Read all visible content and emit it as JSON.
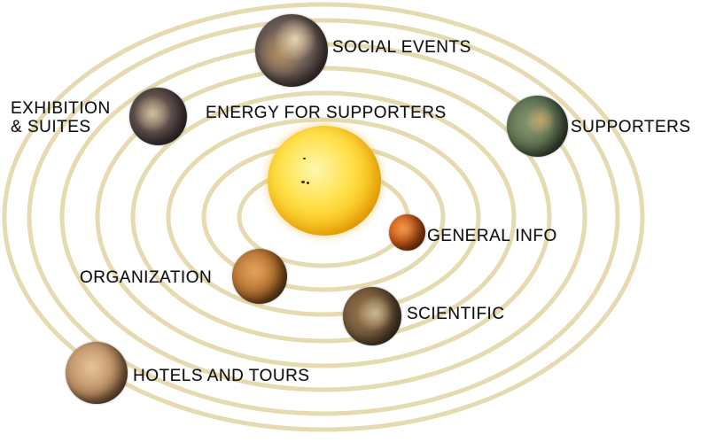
{
  "sun_label": "ENERGY FOR SUPPORTERS",
  "menu": {
    "social_events": "SOCIAL EVENTS",
    "exhibition_line1": "EXHIBITION",
    "exhibition_line2": "& SUITES",
    "supporters": "SUPPORTERS",
    "general_info": "GENERAL INFO",
    "organization": "ORGANIZATION",
    "scientific": "SCIENTIFIC",
    "hotels_and_tours": "HOTELS AND TOURS"
  },
  "colors": {
    "orbit": "#e3d6a8",
    "label_text": "#111111",
    "background": "#ffffff"
  }
}
